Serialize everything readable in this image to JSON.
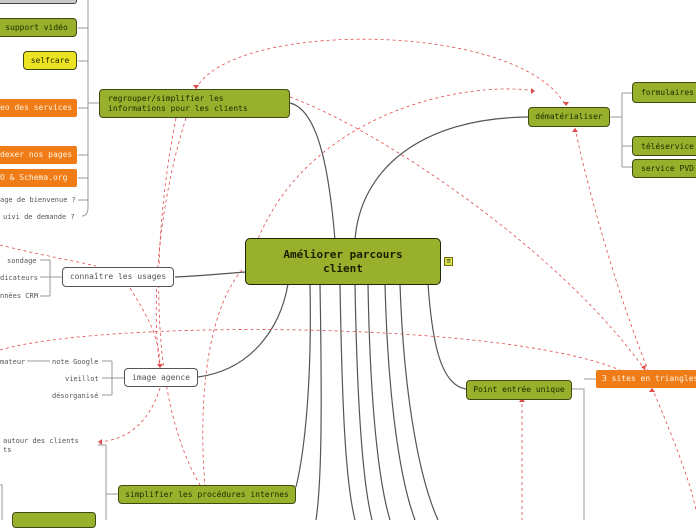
{
  "central": {
    "title": "Améliorer parcours client",
    "note_icon": "note-icon"
  },
  "left_top": {
    "items": [
      "support vidéo",
      "selfcare",
      "eo des services",
      "dexer nos pages",
      "O & Schema.org",
      "age de bienvenue ?",
      "uivi de demande ?"
    ]
  },
  "regrouper": {
    "label": "regrouper/simplifier les informations pour les clients"
  },
  "dematerialiser": {
    "label": "dématérialiser",
    "children": [
      "formulaires",
      "téléservice",
      "service PVD"
    ]
  },
  "connaitre": {
    "label": "connaître les usages",
    "children": [
      "sondage",
      "dicateurs",
      "nnées CRM"
    ]
  },
  "image_agence": {
    "label": "image agence",
    "children": [
      "note Google",
      "vieillot",
      "désorganisé"
    ],
    "left_leaf": "mateur"
  },
  "point_entree": {
    "label": "Point entrée unique"
  },
  "trois_sites": {
    "label": "3 sites en triangles"
  },
  "simplifier": {
    "label": "simplifier les procédures internes"
  },
  "bottom_left": {
    "line1": "autour des clients",
    "line2": "ts"
  },
  "colors": {
    "green": "#98b02b",
    "orange": "#f07c18",
    "yellow": "#ece323",
    "link": "#e24a4a"
  }
}
